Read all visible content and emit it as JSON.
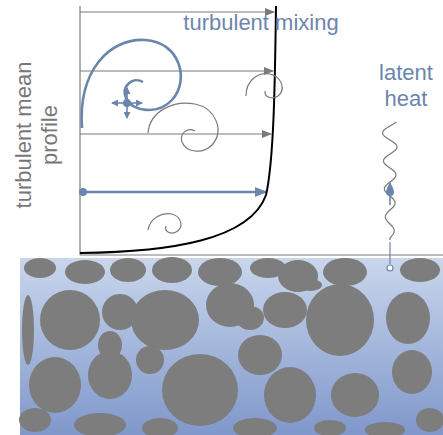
{
  "diagram": {
    "labels": [
      "turbulent mixing",
      "turbulent mean profile",
      "latent heat"
    ]
  }
}
